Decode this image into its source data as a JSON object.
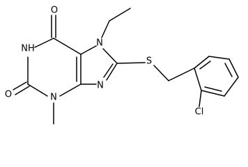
{
  "diagram": {
    "type": "chemical-structure",
    "atom_labels": {
      "o_top": "O",
      "n_ethyl": "N",
      "nh": "NH",
      "s": "S",
      "n_imine": "N",
      "o_left": "O",
      "n_methyl": "N",
      "cl": "Cl"
    },
    "colors": {
      "bond": "#000000",
      "label": "#000000",
      "background": "#ffffff"
    }
  }
}
